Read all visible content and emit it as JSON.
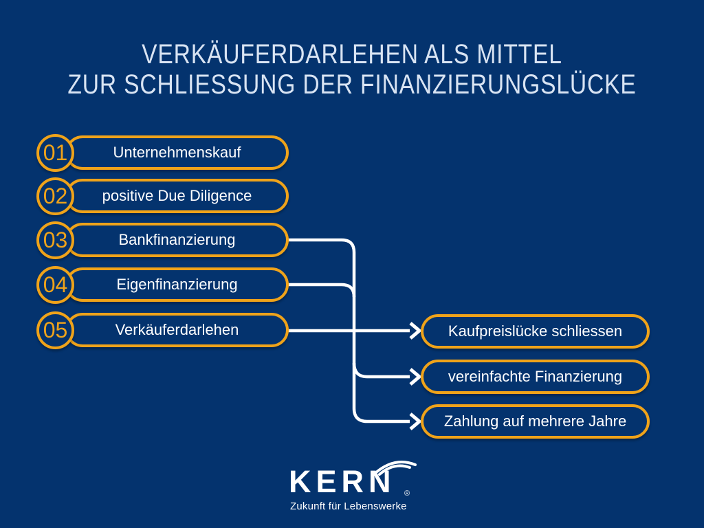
{
  "title": {
    "line1": "VERKÄUFERDARLEHEN ALS MITTEL",
    "line2": "ZUR SCHLIESSUNG DER FINANZIERUNGSLÜCKE"
  },
  "steps": [
    {
      "number": "01",
      "label": "Unternehmenskauf"
    },
    {
      "number": "02",
      "label": "positive Due Diligence"
    },
    {
      "number": "03",
      "label": "Bankfinanzierung"
    },
    {
      "number": "04",
      "label": "Eigenfinanzierung"
    },
    {
      "number": "05",
      "label": "Verkäuferdarlehen"
    }
  ],
  "outcomes": [
    {
      "label": "Kaufpreislücke schliessen"
    },
    {
      "label": "vereinfachte Finanzierung"
    },
    {
      "label": "Zahlung auf mehrere Jahre"
    }
  ],
  "connections": [
    {
      "from": "03 Bankfinanzierung",
      "to": "trunk"
    },
    {
      "from": "04 Eigenfinanzierung",
      "to": "trunk"
    },
    {
      "from": "05 Verkäuferdarlehen",
      "to": "Kaufpreislücke schliessen"
    },
    {
      "from": "trunk",
      "to": "vereinfachte Finanzierung"
    },
    {
      "from": "trunk",
      "to": "Zahlung auf mehrere Jahre"
    }
  ],
  "logo": {
    "brand": "KERN",
    "registered": "®",
    "tagline": "Zukunft für Lebenswerke"
  },
  "colors": {
    "background": "#04336e",
    "accent_orange": "#efa31a",
    "title_light_blue": "#d9e4f3",
    "text_white": "#ffffff",
    "connector_white": "#ffffff"
  }
}
